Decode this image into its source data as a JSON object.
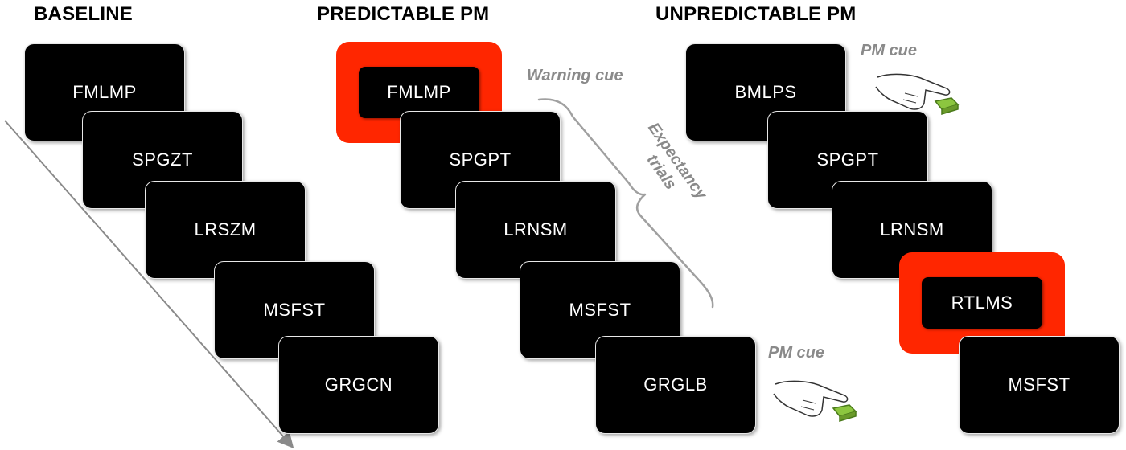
{
  "headings": {
    "baseline": "BASELINE",
    "predictable": "PREDICTABLE PM",
    "unpredictable": "UNPREDICTABLE PM"
  },
  "baseline": {
    "cards": [
      "FMLMP",
      "SPGZT",
      "LRSZM",
      "MSFST",
      "GRGCN"
    ]
  },
  "predictable": {
    "cards": [
      "FMLMP",
      "SPGPT",
      "LRNSM",
      "MSFST",
      "GRGLB"
    ],
    "warning_cue": "Warning cue",
    "expectancy_line1": "Expectancy",
    "expectancy_line2": "trials",
    "pm_cue": "PM cue"
  },
  "unpredictable": {
    "cards": [
      "BMLPS",
      "SPGPT",
      "LRNSM",
      "RTLMS",
      "MSFST"
    ],
    "pm_cue": "PM cue"
  },
  "colors": {
    "card": "#000000",
    "card_text": "#ffffff",
    "highlight_frame": "#ff2600",
    "annotation": "#8a8a8a",
    "button": "#8cc63f"
  },
  "icons": {
    "pm_cue": "hand-pressing-button-icon"
  }
}
